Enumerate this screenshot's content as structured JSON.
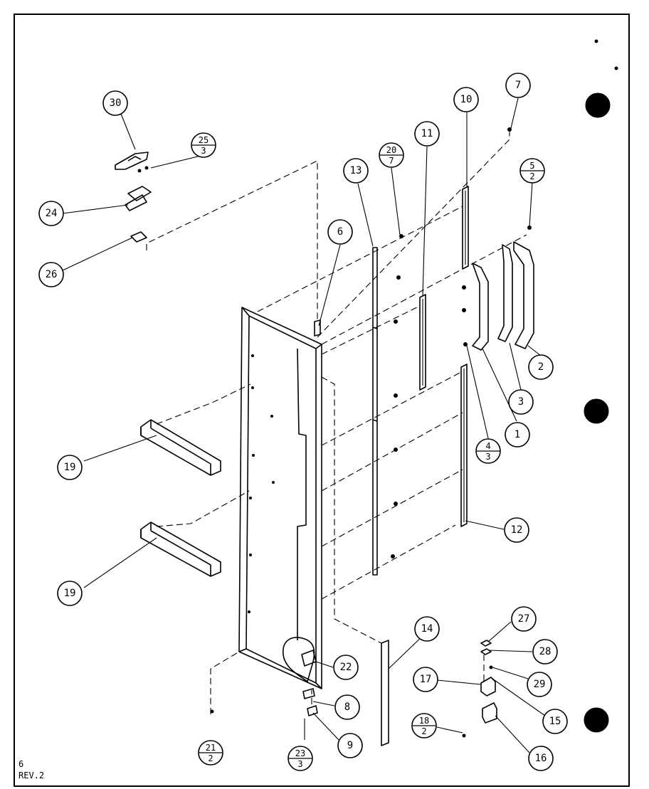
{
  "diagram": {
    "callouts": [
      {
        "id": "c1",
        "label": "1"
      },
      {
        "id": "c2",
        "label": "2"
      },
      {
        "id": "c3",
        "label": "3"
      },
      {
        "id": "c4",
        "label": "4",
        "sub": "3"
      },
      {
        "id": "c5",
        "label": "5",
        "sub": "2"
      },
      {
        "id": "c6",
        "label": "6"
      },
      {
        "id": "c7",
        "label": "7"
      },
      {
        "id": "c8",
        "label": "8"
      },
      {
        "id": "c9",
        "label": "9"
      },
      {
        "id": "c10",
        "label": "10"
      },
      {
        "id": "c11",
        "label": "11"
      },
      {
        "id": "c12",
        "label": "12"
      },
      {
        "id": "c13",
        "label": "13"
      },
      {
        "id": "c14",
        "label": "14"
      },
      {
        "id": "c15",
        "label": "15"
      },
      {
        "id": "c16",
        "label": "16"
      },
      {
        "id": "c17",
        "label": "17"
      },
      {
        "id": "c18",
        "label": "18",
        "sub": "2"
      },
      {
        "id": "c19a",
        "label": "19"
      },
      {
        "id": "c19b",
        "label": "19"
      },
      {
        "id": "c20",
        "label": "20",
        "sub": "7"
      },
      {
        "id": "c21",
        "label": "21",
        "sub": "2"
      },
      {
        "id": "c22",
        "label": "22"
      },
      {
        "id": "c23",
        "label": "23",
        "sub": "3"
      },
      {
        "id": "c24",
        "label": "24"
      },
      {
        "id": "c25",
        "label": "25",
        "sub": "3"
      },
      {
        "id": "c26",
        "label": "26"
      },
      {
        "id": "c27",
        "label": "27"
      },
      {
        "id": "c28",
        "label": "28"
      },
      {
        "id": "c29",
        "label": "29"
      },
      {
        "id": "c30",
        "label": "30"
      }
    ]
  },
  "footer": {
    "page": "6",
    "revision": "REV.2"
  }
}
